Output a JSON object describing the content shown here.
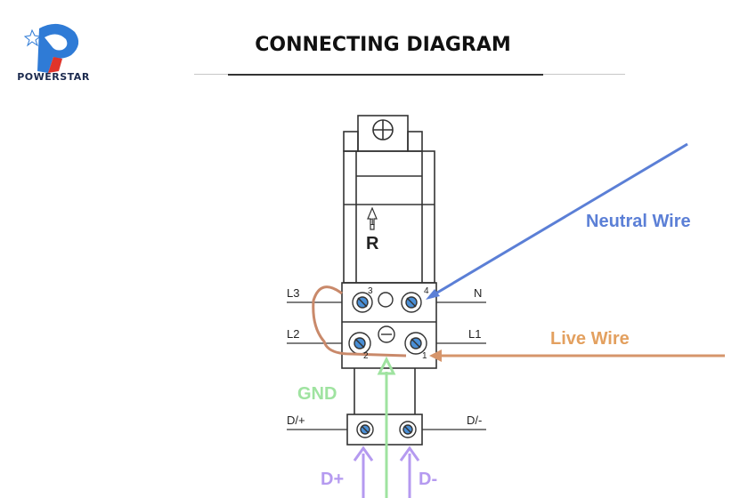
{
  "brand": {
    "name": "POWERSTAR"
  },
  "title": "CONNECTING DIAGRAM",
  "device": {
    "arrow_mark": "1",
    "rotate_mark": "R"
  },
  "terminals": {
    "l3": "L3",
    "l2": "L2",
    "n": "N",
    "l1": "L1",
    "d_plus": "D/+",
    "d_minus": "D/-",
    "num_3": "3",
    "num_4": "4",
    "num_2": "2",
    "num_1": "1"
  },
  "labels": {
    "neutral": "Neutral Wire",
    "live": "Live Wire",
    "gnd": "GND",
    "d_plus": "D+",
    "d_minus": "D-"
  },
  "colors": {
    "neutral": "#5b7fd6",
    "live": "#d6956b",
    "gnd": "#9fe3a0",
    "data": "#b59af0",
    "logo_blue": "#2f7bd6",
    "logo_red": "#e0342a"
  }
}
